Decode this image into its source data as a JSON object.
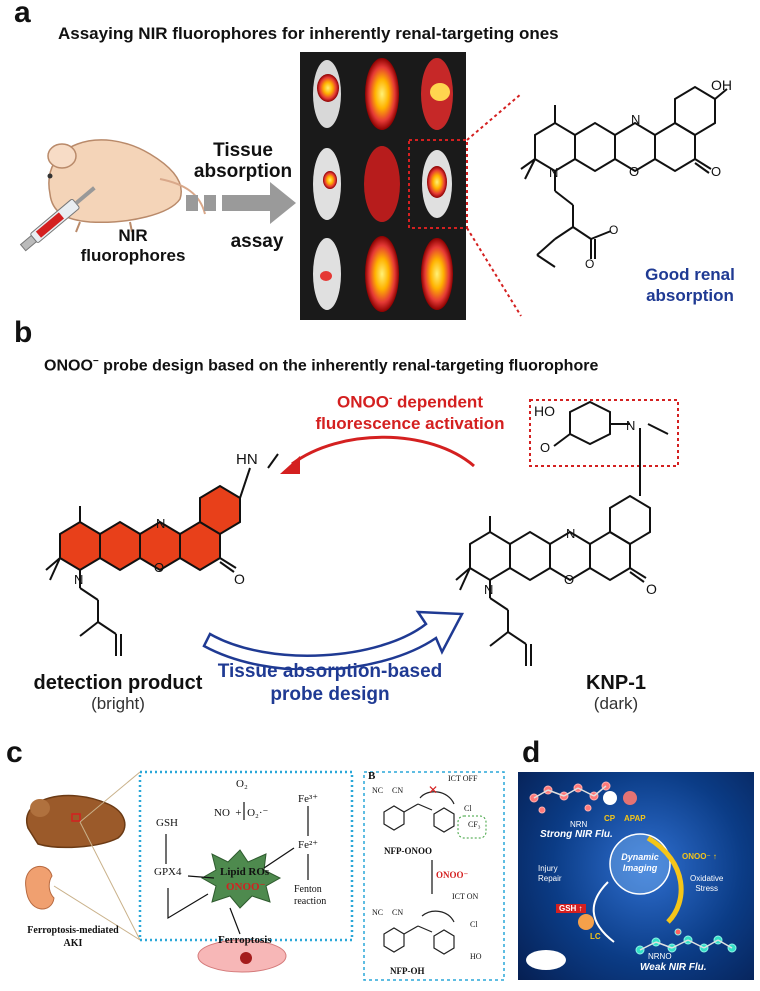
{
  "panel_a": {
    "label": "a",
    "title": "Assaying NIR fluorophores for inherently renal-targeting ones",
    "fluorophore_label": [
      "NIR",
      "fluorophores"
    ],
    "arrow_label": [
      "Tissue",
      "absorption",
      "assay"
    ],
    "oh_label": "OH",
    "good_label": [
      "Good renal",
      "absorption"
    ]
  },
  "panel_b": {
    "label": "b",
    "title_pre": "ONOO",
    "title_sup": "−",
    "title_post": " probe design based on the inherently renal-targeting fluorophore",
    "activation_pre": "ONOO",
    "activation_sup": "-",
    "activation_post": " dependent",
    "activation_line2": "fluorescence activation",
    "hn_label": "HN",
    "ho_label": "HO",
    "product_name": "detection product",
    "product_state": "(bright)",
    "probe_design": [
      "Tissue absorption-based",
      "probe design"
    ],
    "probe_name": "KNP-1",
    "probe_state": "(dark)"
  },
  "panel_c": {
    "label": "c",
    "b_label": "B",
    "o2": "O₂",
    "fe3": "Fe³⁺",
    "gsh": "GSH",
    "no_o2": "NO  +  O₂·⁻",
    "gpx4": "GPX4",
    "fe2": "Fe²⁺",
    "lipid": "Lipid ROs",
    "onoo_red": "ONOO⁻",
    "fenton": [
      "Fenton",
      "reaction"
    ],
    "ferroptosis": "Ferroptosis",
    "aki": [
      "Ferroptosis-mediated",
      "AKI"
    ],
    "ict_off": "ICT OFF",
    "nfp_onoo": "NFP-ONOO",
    "onoo_arrow": "ONOO⁻",
    "ict_on": "ICT ON",
    "nfp_oh": "NFP-OH",
    "nc1": "NC",
    "cn1": "CN",
    "nc2": "NC",
    "cn2": "CN",
    "cf3": "CF₃",
    "cl1": "Cl",
    "cl2": "Cl",
    "ho": "HO"
  },
  "panel_d": {
    "label": "d",
    "nrn": "NRN",
    "strong": "Strong NIR Flu.",
    "cp": "CP",
    "apap": "APAP",
    "dynamic": [
      "Dynamic",
      "Imaging"
    ],
    "injury": [
      "Injury",
      "Repair"
    ],
    "onoo": "ONOO⁻ ↑",
    "oxidative": [
      "Oxidative",
      "Stress"
    ],
    "gsh": "GSH ↑",
    "lc": "LC",
    "nrno": "NRNO",
    "weak": "Weak NIR Flu."
  },
  "colors": {
    "red_accent": "#d42020",
    "blue_accent": "#1f3a93",
    "product_fill": "#e8401a",
    "dotted_cyan": "#2aa7d8",
    "panel_d_bg": "#0b3c86"
  }
}
